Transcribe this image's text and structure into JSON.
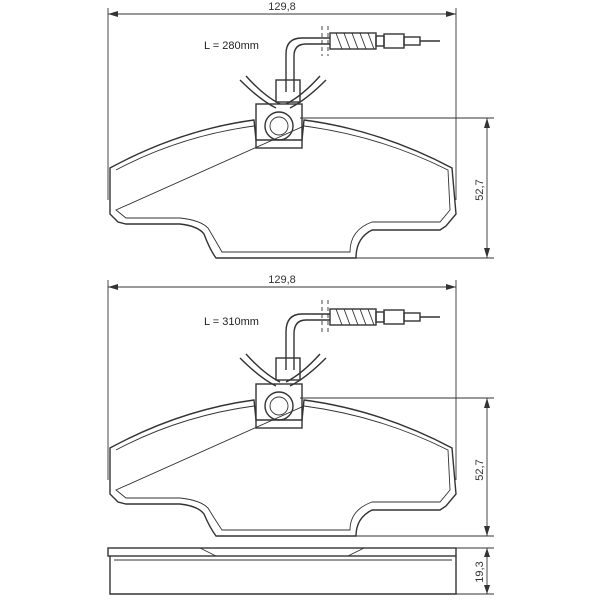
{
  "drawing": {
    "top_view": {
      "width_dim": "129,8",
      "height_dim": "52,7",
      "sensor_length": "L = 280mm"
    },
    "bottom_view": {
      "width_dim": "129,8",
      "height_dim": "52,7",
      "sensor_length": "L = 310mm"
    },
    "side_view": {
      "thickness_dim": "19,3"
    }
  }
}
